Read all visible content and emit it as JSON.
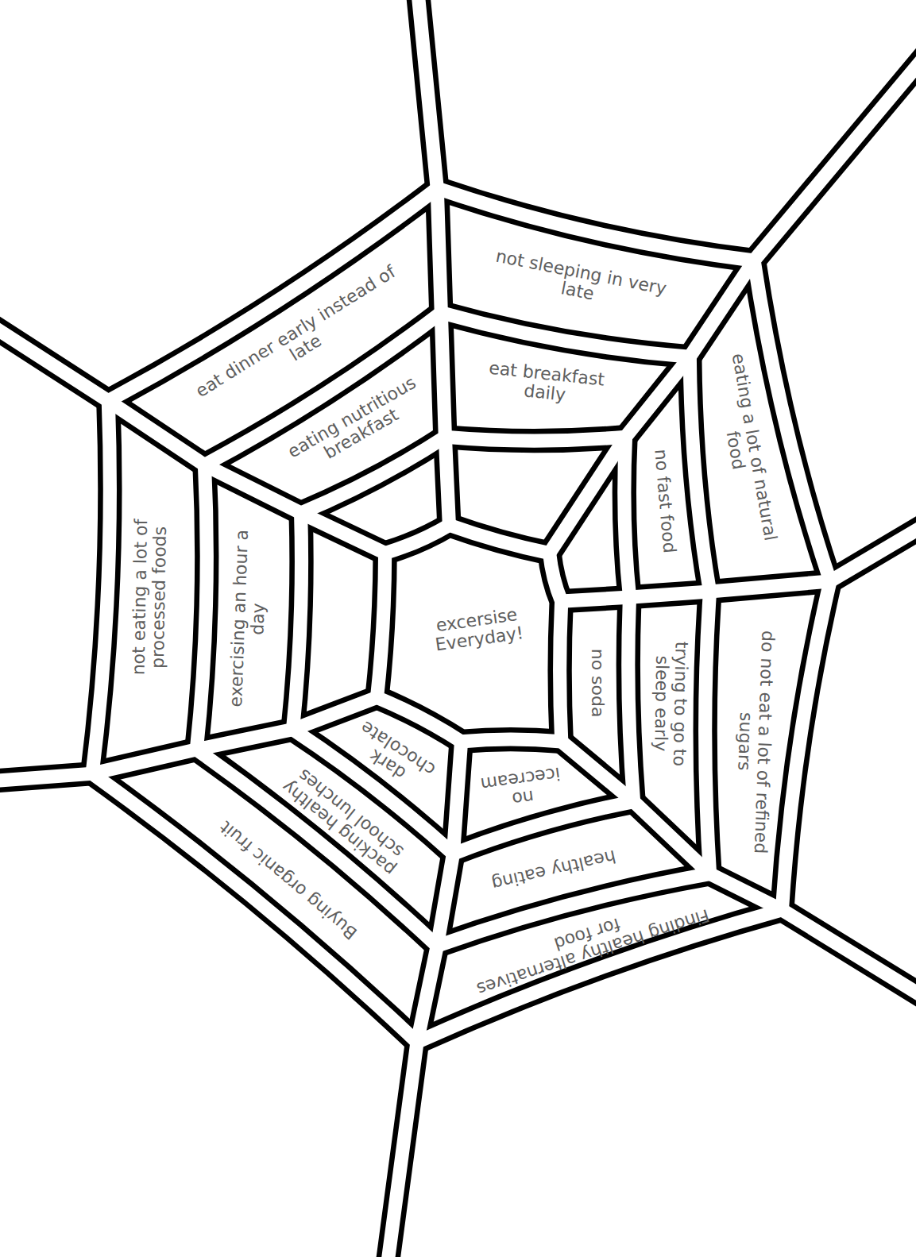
{
  "diagram": {
    "nodes": [
      {
        "text": [
          "not sleeping in very late"
        ]
      },
      {
        "text": [
          "eating a lot of natural food"
        ]
      },
      {
        "text": [
          "do not eat a lot of refined sugars"
        ]
      },
      {
        "text": [
          "Finding healthy alternatives for food"
        ]
      },
      {
        "text": [
          "Buying organic fruit"
        ]
      },
      {
        "text": [
          "not eating a lot of processed foods"
        ]
      },
      {
        "text": [
          "eat dinner early instead of late"
        ]
      },
      {
        "text": [
          "eat breakfast daily"
        ]
      },
      {
        "text": [
          "no fast food"
        ]
      },
      {
        "text": [
          "trying to go to sleep early"
        ]
      },
      {
        "text": [
          "healthy eating"
        ]
      },
      {
        "text": [
          "packing healthy school lunches"
        ]
      },
      {
        "text": [
          "exercising an hour a day"
        ]
      },
      {
        "text": [
          "eating nutritious breakfast"
        ]
      },
      {
        "text": [
          "no soda"
        ]
      },
      {
        "text": [
          "no icecream"
        ]
      },
      {
        "text": [
          "dark chocolate"
        ]
      },
      {
        "text": [
          "excersise Everyday!"
        ]
      }
    ]
  }
}
